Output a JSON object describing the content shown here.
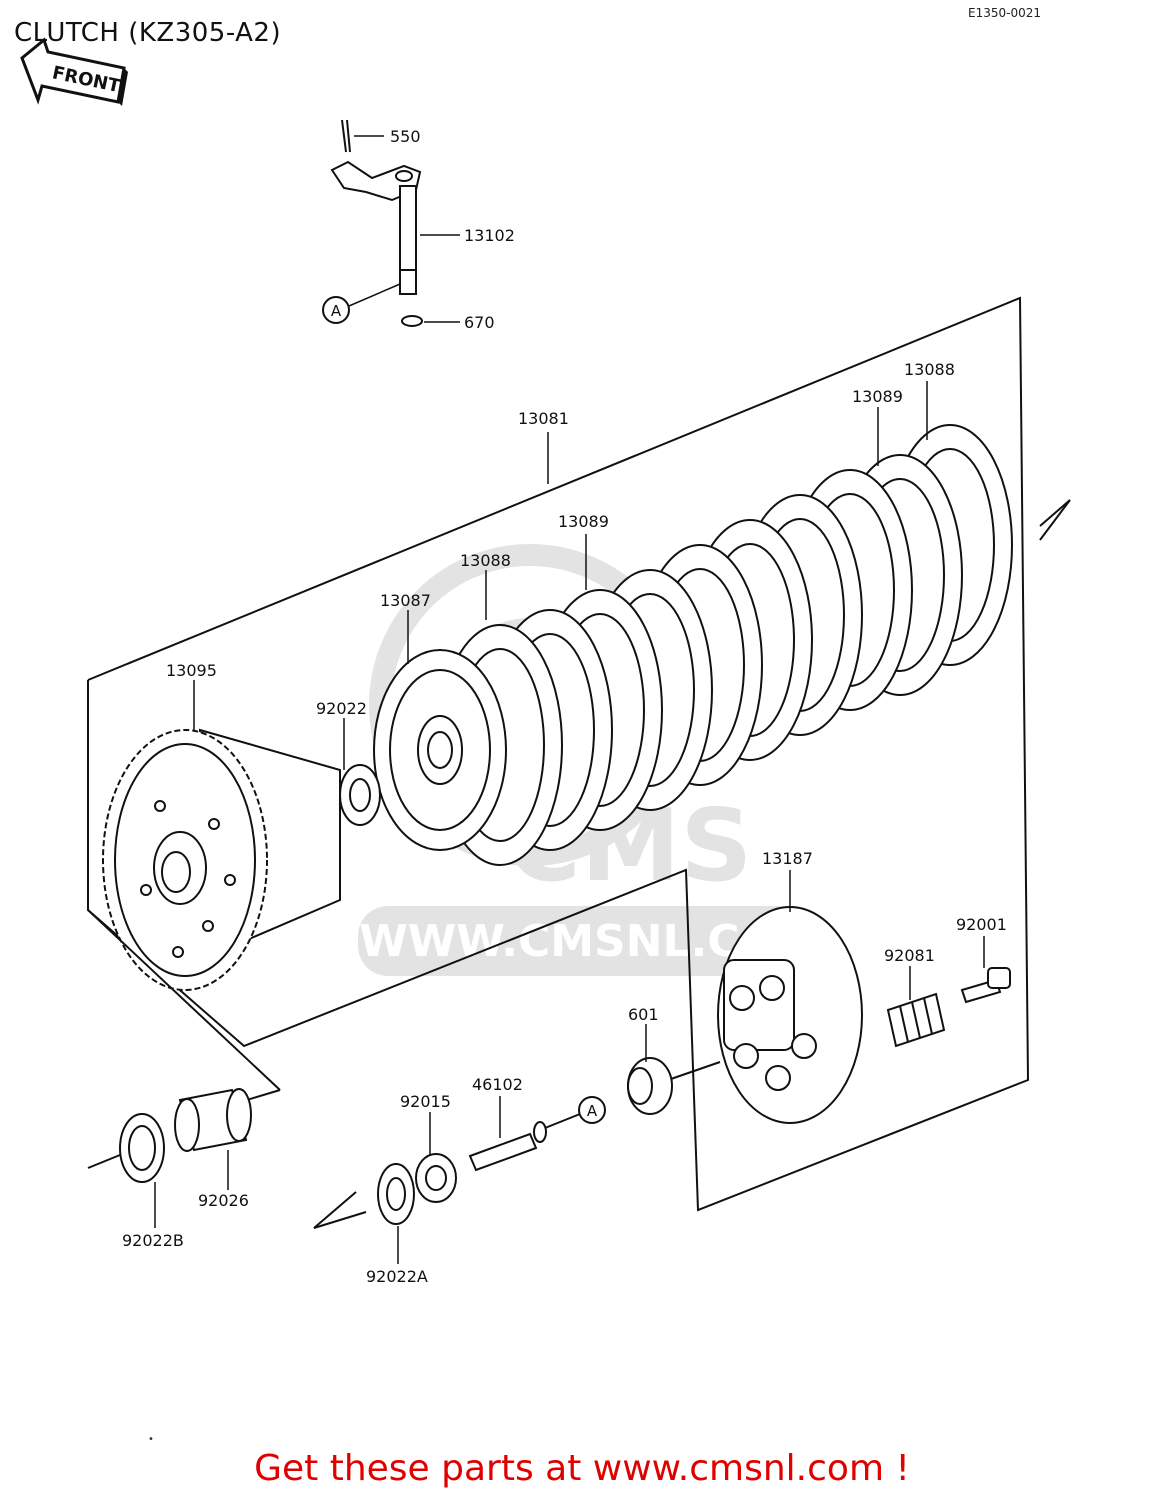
{
  "diagram": {
    "title": "CLUTCH (KZ305-A2)",
    "code": "E1350-0021",
    "front_label": "FRONT",
    "ref_mark": "A",
    "watermark_url": "WWW.CMSNL.COM",
    "watermark_logo": "CMS"
  },
  "footer": {
    "text": "Get these parts at www.cmsnl.com !",
    "color": "#e00000"
  },
  "callouts": [
    {
      "id": "c550",
      "label": "550"
    },
    {
      "id": "c13102",
      "label": "13102"
    },
    {
      "id": "c670",
      "label": "670"
    },
    {
      "id": "c13081",
      "label": "13081"
    },
    {
      "id": "c13088b",
      "label": "13088"
    },
    {
      "id": "c13089b",
      "label": "13089"
    },
    {
      "id": "c13089a",
      "label": "13089"
    },
    {
      "id": "c13088a",
      "label": "13088"
    },
    {
      "id": "c13087",
      "label": "13087"
    },
    {
      "id": "c13095",
      "label": "13095"
    },
    {
      "id": "c92022",
      "label": "92022"
    },
    {
      "id": "c13187",
      "label": "13187"
    },
    {
      "id": "c92001",
      "label": "92001"
    },
    {
      "id": "c92081",
      "label": "92081"
    },
    {
      "id": "c601",
      "label": "601"
    },
    {
      "id": "c46102",
      "label": "46102"
    },
    {
      "id": "c92015",
      "label": "92015"
    },
    {
      "id": "c92026",
      "label": "92026"
    },
    {
      "id": "c92022B",
      "label": "92022B"
    },
    {
      "id": "c92022A",
      "label": "92022A"
    }
  ]
}
